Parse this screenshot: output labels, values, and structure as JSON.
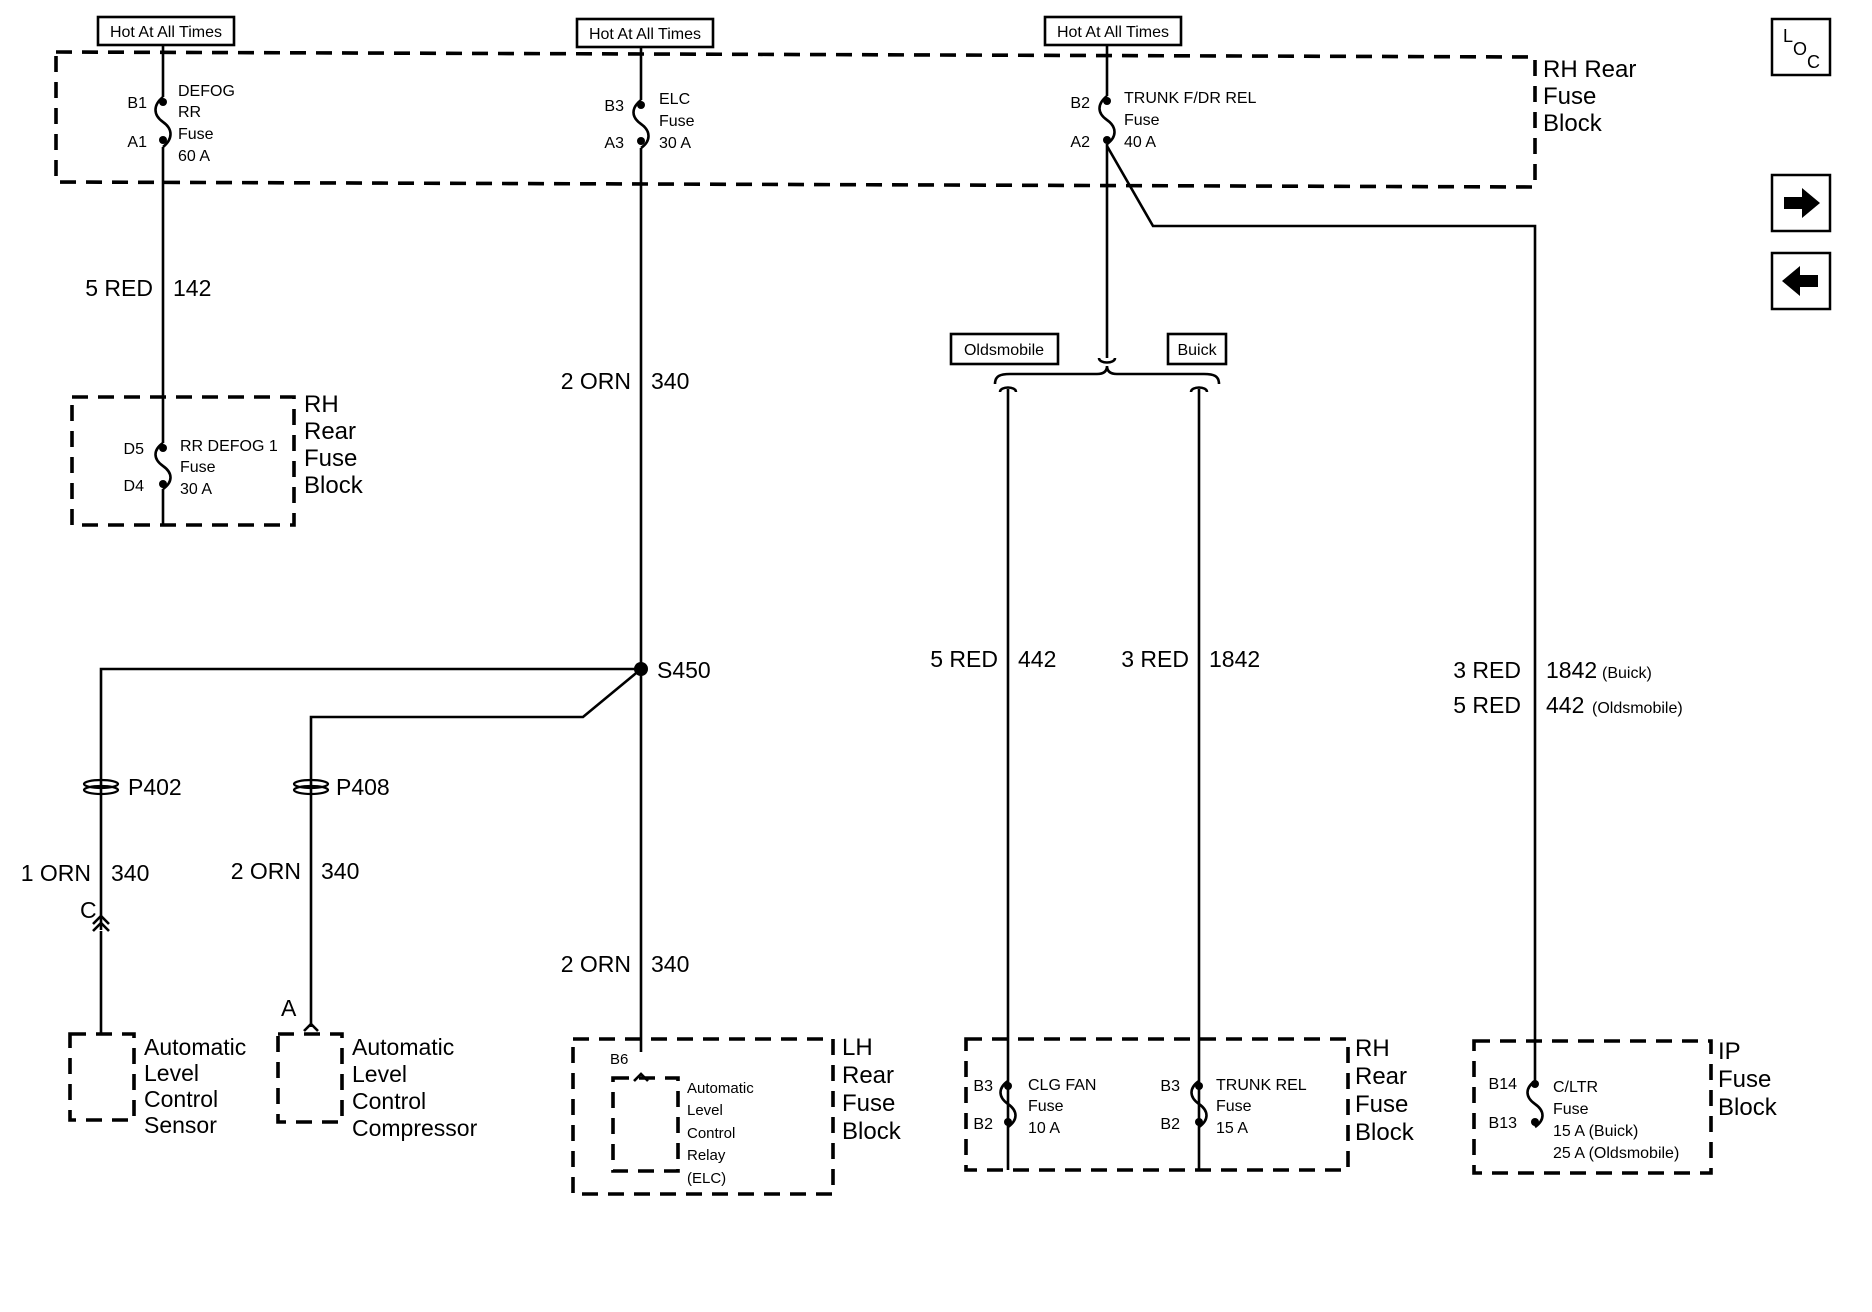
{
  "hot_labels": [
    "Hot At All Times",
    "Hot At All Times",
    "Hot At All Times"
  ],
  "rh_rear_fuse_block_top": {
    "lines": [
      "RH Rear",
      "Fuse",
      "Block"
    ]
  },
  "fuses_top": [
    {
      "pin_in": "B1",
      "pin_out": "A1",
      "lines": [
        "DEFOG",
        "RR",
        "Fuse",
        "60 A"
      ]
    },
    {
      "pin_in": "B3",
      "pin_out": "A3",
      "lines": [
        "ELC",
        "Fuse",
        "30 A"
      ]
    },
    {
      "pin_in": "B2",
      "pin_out": "A2",
      "lines": [
        "TRUNK F/DR REL",
        "Fuse",
        "40 A"
      ]
    }
  ],
  "rh_rear_fuse_block_left": {
    "lines": [
      "RH",
      "Rear",
      "Fuse",
      "Block"
    ],
    "fuse": {
      "pin_in": "D5",
      "pin_out": "D4",
      "lines": [
        "RR DEFOG 1",
        "Fuse",
        "30 A"
      ]
    }
  },
  "wires": {
    "w1_gauge": "5 RED",
    "w1_circuit": "142",
    "w2_gauge": "2 ORN",
    "w2_circuit": "340",
    "w3_gauge": "5 RED",
    "w3_circuit": "442",
    "w4_gauge": "3 RED",
    "w4_circuit": "1842",
    "w5_gauge_a": "3 RED",
    "w5_circuit_a": "1842",
    "w5_note_a": "(Buick)",
    "w5_gauge_b": "5 RED",
    "w5_circuit_b": "442",
    "w5_note_b": "(Oldsmobile)",
    "w6_gauge": "1 ORN",
    "w6_circuit": "340",
    "w7_gauge": "2 ORN",
    "w7_circuit": "340",
    "w8_gauge": "2 ORN",
    "w8_circuit": "340"
  },
  "splice": "S450",
  "connectors": {
    "p402": "P402",
    "p408": "P408",
    "pin_c": "C",
    "pin_a": "A"
  },
  "options": {
    "oldsmobile": "Oldsmobile",
    "buick": "Buick"
  },
  "components": {
    "sensor": [
      "Automatic",
      "Level",
      "Control",
      "Sensor"
    ],
    "compressor": [
      "Automatic",
      "Level",
      "Control",
      "Compressor"
    ],
    "relay": [
      "Automatic",
      "Level",
      "Control",
      "Relay",
      "(ELC)"
    ],
    "relay_pin": "B6",
    "lh_block": [
      "LH",
      "Rear",
      "Fuse",
      "Block"
    ]
  },
  "rh_rear_fuse_block_bottom": {
    "lines": [
      "RH",
      "Rear",
      "Fuse",
      "Block"
    ],
    "fuse_a": {
      "pin_in": "B3",
      "pin_out": "B2",
      "lines": [
        "CLG FAN",
        "Fuse",
        "10 A"
      ]
    },
    "fuse_b": {
      "pin_in": "B3",
      "pin_out": "B2",
      "lines": [
        "TRUNK REL",
        "Fuse",
        "15 A"
      ]
    }
  },
  "ip_fuse_block": {
    "lines": [
      "IP",
      "Fuse",
      "Block"
    ],
    "fuse": {
      "pin_in": "B14",
      "pin_out": "B13",
      "lines": [
        "C/LTR",
        "Fuse",
        "15 A (Buick)",
        "25 A (Oldsmobile)"
      ]
    }
  },
  "nav": {
    "loc_l": "L",
    "loc_o": "O",
    "loc_c": "C"
  }
}
